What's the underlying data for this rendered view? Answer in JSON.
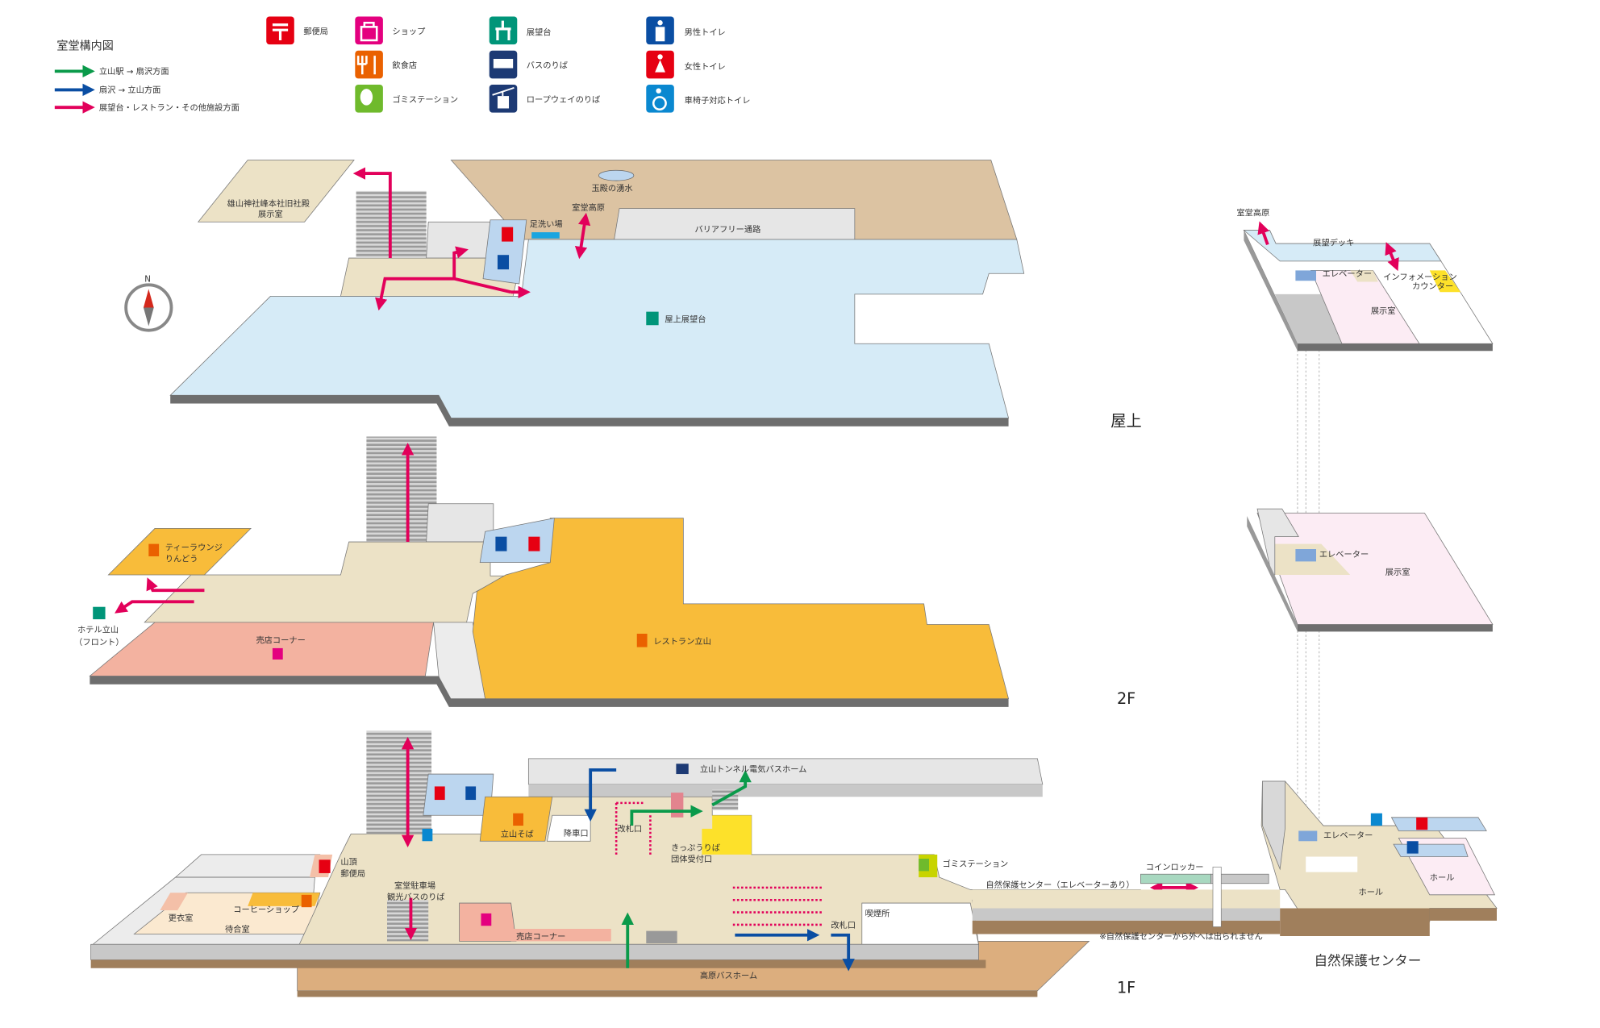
{
  "legend": {
    "title": "室堂構内図",
    "routes": [
      {
        "label": "立山駅 → 扇沢方面",
        "color": "#0a9a4a"
      },
      {
        "label": "扇沢 → 立山方面",
        "color": "#0a4ea3"
      },
      {
        "label": "展望台・レストラン・その他施設方面",
        "color": "#e2005a"
      }
    ],
    "icons": [
      {
        "icon": "post-office-icon",
        "label": "郵便局",
        "color": "#e60012"
      },
      {
        "icon": "shop-icon",
        "label": "ショップ",
        "color": "#e4007f"
      },
      {
        "icon": "restaurant-icon",
        "label": "飲食店",
        "color": "#ea6100"
      },
      {
        "icon": "garbage-station-icon",
        "label": "ゴミステーション",
        "color": "#6fba2c"
      },
      {
        "icon": "observatory-icon",
        "label": "展望台",
        "color": "#009579"
      },
      {
        "icon": "bus-icon",
        "label": "バスのりば",
        "color": "#1d3a74"
      },
      {
        "icon": "ropeway-icon",
        "label": "ロープウェイのりば",
        "color": "#1d3a74"
      },
      {
        "icon": "mens-toilet-icon",
        "label": "男性トイレ",
        "color": "#0a4ea3"
      },
      {
        "icon": "womens-toilet-icon",
        "label": "女性トイレ",
        "color": "#e60012"
      },
      {
        "icon": "wheelchair-toilet-icon",
        "label": "車椅子対応トイレ",
        "color": "#0a88d0"
      }
    ]
  },
  "compass": {
    "label": "N"
  },
  "floors": {
    "roof": {
      "name": "屋上",
      "labels": {
        "shrine": "雄山神社峰本社旧社殿",
        "shrine2": "展示室",
        "pond": "玉殿の湧水",
        "murodo": "室堂高原",
        "footbath": "足洗い場",
        "barrierfree": "バリアフリー通路",
        "deck": "屋上展望台"
      }
    },
    "f2": {
      "name": "2F",
      "labels": {
        "tea": "ティーラウンジ",
        "tea2": "りんどう",
        "hotel": "ホテル立山",
        "hotel2": "（フロント）",
        "shop": "売店コーナー",
        "restaurant": "レストラン立山"
      }
    },
    "f1": {
      "name": "1F",
      "labels": {
        "tunnelbus": "立山トンネル電気バスホーム",
        "soba": "立山そば",
        "dropoff": "降車口",
        "gate1": "改札口",
        "ticket": "きっぷうりば",
        "ticket2": "団体受付口",
        "post": "山頂",
        "post2": "郵便局",
        "parking": "室堂駐車場",
        "parking2": "観光バスのりば",
        "coffee": "コーヒーショップ",
        "locker": "更衣室",
        "waiting": "待合室",
        "shop": "売店コーナー",
        "smoking": "喫煙所",
        "gate2": "改札口",
        "garbage": "ゴミステーション",
        "nature": "自然保護センター（エレベーターあり）",
        "kogenbus": "高原バスホーム",
        "coinlocker": "コインロッカー",
        "note": "※自然保護センターから外へは出られません"
      }
    }
  },
  "nature_center": {
    "name": "自然保護センター",
    "top": {
      "murodo": "室堂高原",
      "deck": "展望デッキ",
      "elevator": "エレベーター",
      "info": "インフォメーション",
      "info2": "カウンター",
      "exhibit": "展示室"
    },
    "mid": {
      "elevator": "エレベーター",
      "exhibit": "展示室"
    },
    "bottom": {
      "elevator": "エレベーター",
      "hall1": "ホール",
      "hall2": "ホール"
    }
  }
}
